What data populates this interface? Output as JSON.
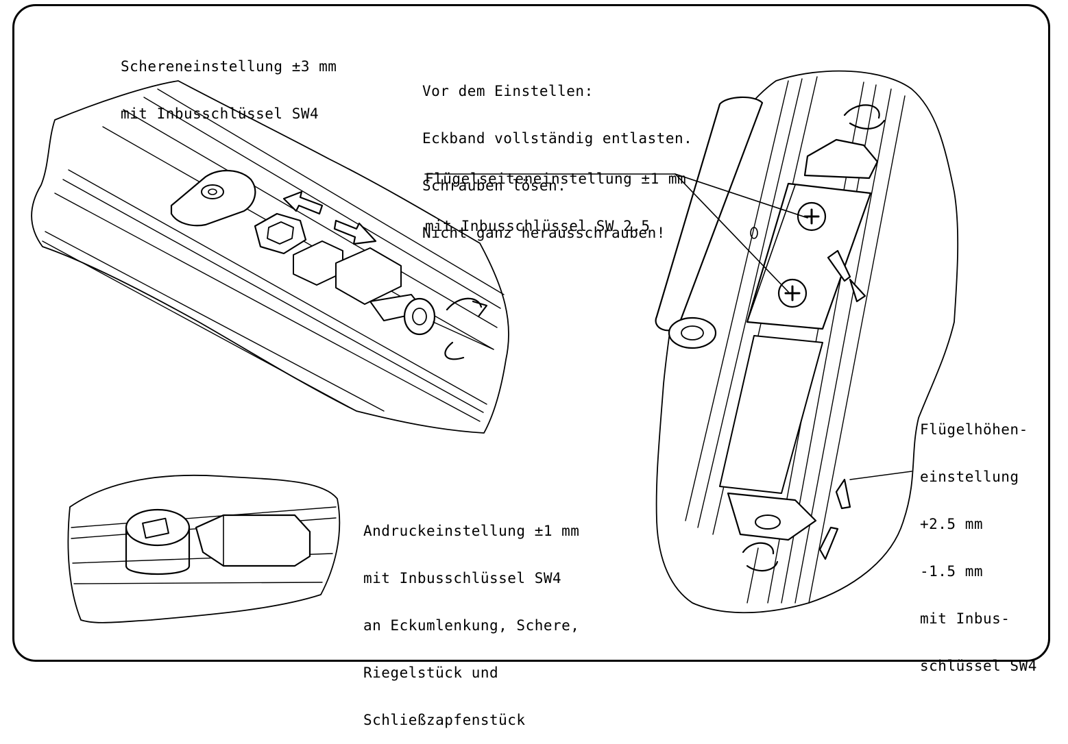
{
  "labels": {
    "scissor": [
      "Schereneinstellung ±3 mm",
      "mit Inbusschlüssel SW4"
    ],
    "before": [
      "Vor dem Einstellen:",
      "Eckband vollständig entlasten.",
      "Schrauben lösen.",
      "Nicht ganz herausschrauben!"
    ],
    "sash_side": [
      "Flügelseiteneinstellung ±1 mm",
      "mit Inbusschlüssel SW 2.5"
    ],
    "sash_height": [
      "Flügelhöhen-",
      "einstellung",
      "+2.5 mm",
      "-1.5 mm",
      "mit Inbus-",
      "schlüssel SW4"
    ],
    "pressure": [
      "Andruckeinstellung ±1 mm",
      "mit Inbusschlüssel SW4",
      "an Eckumlenkung, Schere,",
      "Riegelstück und",
      "Schließzapfenstück"
    ]
  }
}
